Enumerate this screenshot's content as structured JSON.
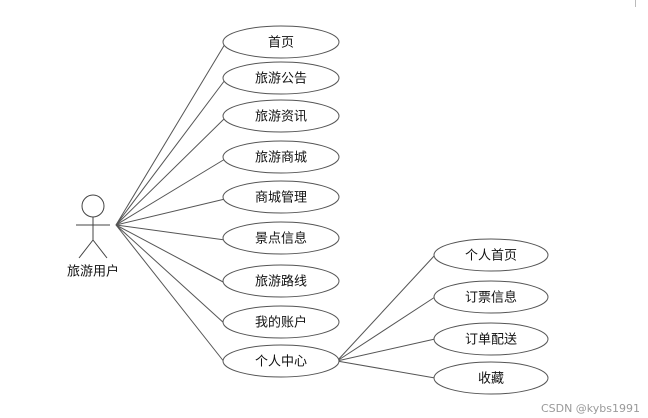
{
  "actor": {
    "label": "旅游用户"
  },
  "primary_use_cases": [
    {
      "id": "home",
      "label": "首页"
    },
    {
      "id": "travel-notice",
      "label": "旅游公告"
    },
    {
      "id": "travel-news",
      "label": "旅游资讯"
    },
    {
      "id": "travel-mall",
      "label": "旅游商城"
    },
    {
      "id": "mall-management",
      "label": "商城管理"
    },
    {
      "id": "scenic-spot-info",
      "label": "景点信息"
    },
    {
      "id": "travel-route",
      "label": "旅游路线"
    },
    {
      "id": "my-account",
      "label": "我的账户"
    },
    {
      "id": "personal-center",
      "label": "个人中心"
    }
  ],
  "sub_use_cases": [
    {
      "id": "personal-home",
      "label": "个人首页"
    },
    {
      "id": "ticket-info",
      "label": "订票信息"
    },
    {
      "id": "order-delivery",
      "label": "订单配送"
    },
    {
      "id": "favorites",
      "label": "收藏"
    }
  ],
  "watermark": "CSDN @kybs1991"
}
